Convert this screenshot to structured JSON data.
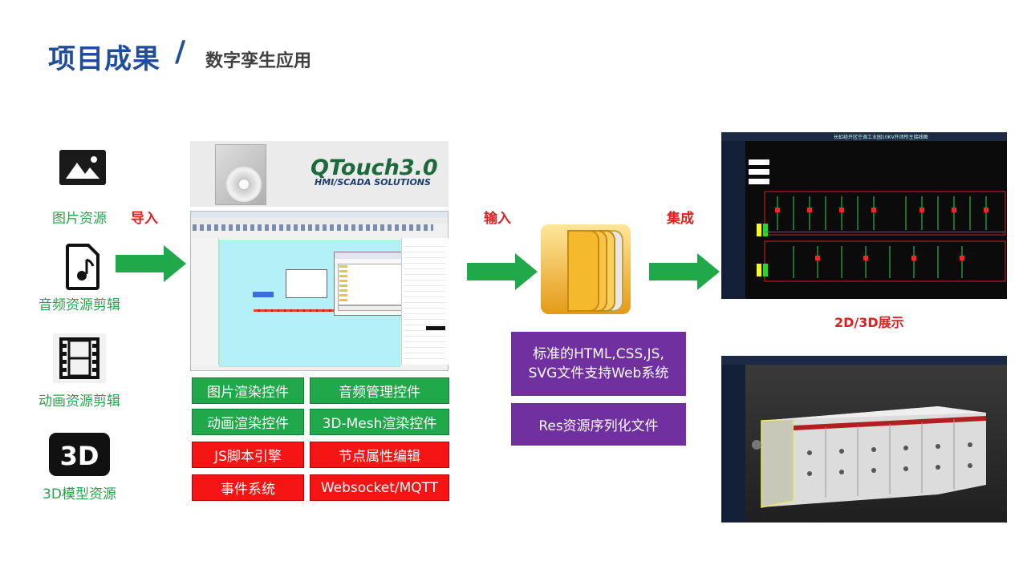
{
  "header": {
    "title": "项目成果",
    "slash": "/",
    "subtitle": "数字孪生应用"
  },
  "resources": [
    {
      "label": "图片资源",
      "icon": "image-icon"
    },
    {
      "label": "音频资源剪辑",
      "icon": "music-file-icon"
    },
    {
      "label": "动画资源剪辑",
      "icon": "film-icon"
    },
    {
      "label": "3D模型资源",
      "icon": "3d-icon"
    }
  ],
  "flow": {
    "import_label": "导入",
    "input_label": "输入",
    "integrate_label": "集成"
  },
  "editor": {
    "product_logo": "QTouch3.0",
    "product_tagline": "HMI/SCADA SOLUTIONS"
  },
  "features": [
    {
      "label": "图片渲染控件",
      "color": "#20a84a"
    },
    {
      "label": "音频管理控件",
      "color": "#20a84a"
    },
    {
      "label": "动画渲染控件",
      "color": "#20a84a"
    },
    {
      "label": "3D-Mesh渲染控件",
      "color": "#20a84a"
    },
    {
      "label": "JS脚本引擎",
      "color": "#f41414"
    },
    {
      "label": "节点属性编辑",
      "color": "#f41414"
    },
    {
      "label": "事件系统",
      "color": "#f41414"
    },
    {
      "label": "Websocket/MQTT",
      "color": "#f41414"
    }
  ],
  "outputs": {
    "web_line1": "标准的HTML,CSS,JS,",
    "web_line2": "SVG文件支持Web系统",
    "res": "Res资源序列化文件"
  },
  "display": {
    "label": "2D/3D展示",
    "scada_title": "长虹经开区空调工业园10KV开闭所主接线图"
  },
  "colors": {
    "title_blue": "#1f4e9c",
    "green": "#2aa14d",
    "red": "#e02020",
    "purple": "#7030a0"
  }
}
